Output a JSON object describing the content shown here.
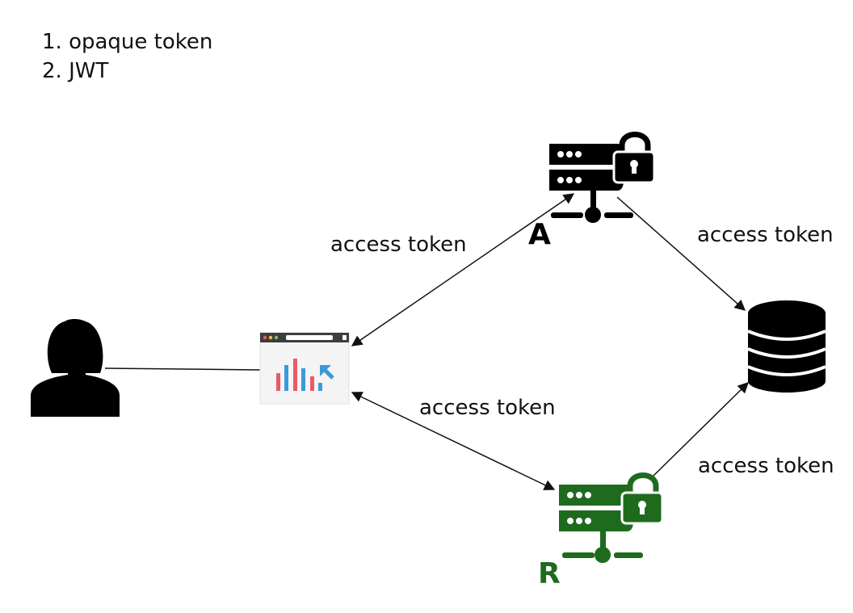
{
  "list": {
    "items": [
      "1. opaque token",
      "2. JWT"
    ]
  },
  "edges": {
    "client_to_auth": "access token",
    "auth_to_db": "access token",
    "client_to_resource": "access token",
    "resource_to_db": "access token"
  },
  "servers": {
    "auth": {
      "letter": "A",
      "color": "#000000"
    },
    "resource": {
      "letter": "R",
      "color": "#1e6b1e"
    }
  },
  "icons": {
    "user": "user-silhouette-icon",
    "client": "browser-dashboard-icon",
    "auth_server": "server-lock-icon",
    "resource_server": "server-lock-icon",
    "database": "database-icon"
  },
  "colors": {
    "chart_bar_red": "#e85a6a",
    "chart_bar_blue": "#3a9ad9",
    "resource_green": "#1e6b1e"
  }
}
